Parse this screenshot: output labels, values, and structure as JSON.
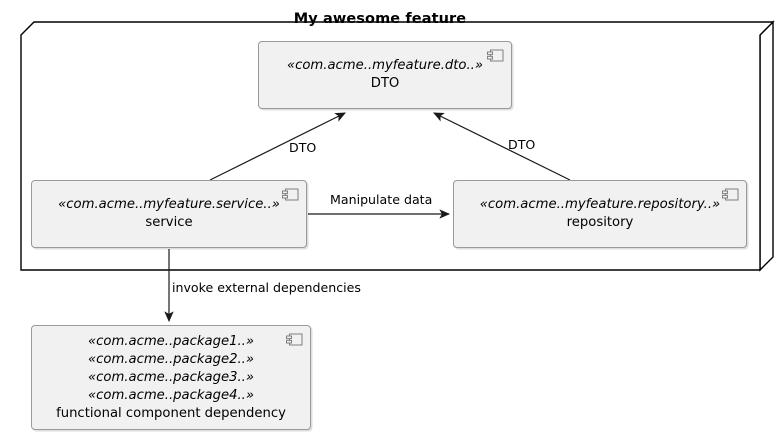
{
  "package": {
    "title": "My awesome feature"
  },
  "components": {
    "dto": {
      "stereotype": "«com.acme..myfeature.dto..»",
      "name": "DTO",
      "icon": "component-icon"
    },
    "service": {
      "stereotype": "«com.acme..myfeature.service..»",
      "name": "service",
      "icon": "component-icon"
    },
    "repository": {
      "stereotype": "«com.acme..myfeature.repository..»",
      "name": "repository",
      "icon": "component-icon"
    },
    "dependency": {
      "stereotype_1": "«com.acme..package1..»",
      "stereotype_2": "«com.acme..package2..»",
      "stereotype_3": "«com.acme..package3..»",
      "stereotype_4": "«com.acme..package4..»",
      "name": "functional component dependency",
      "icon": "component-icon"
    }
  },
  "edges": {
    "service_to_dto": "DTO",
    "repository_to_dto": "DTO",
    "service_to_repository": "Manipulate data",
    "service_to_dependency": "invoke external dependencies"
  },
  "colors": {
    "component_fill": "#F1F1F1",
    "component_border": "#9A9A9A",
    "line": "#1A1A1A",
    "frame": "#000000",
    "text": "#000000"
  }
}
